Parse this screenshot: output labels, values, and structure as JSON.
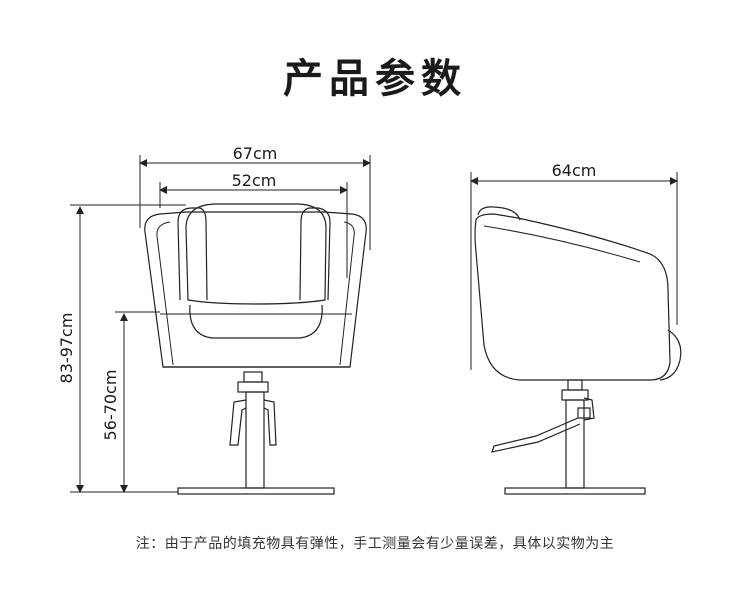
{
  "title": "产品参数",
  "dimensions": {
    "front_width_outer": "67cm",
    "front_width_inner": "52cm",
    "total_height": "83-97cm",
    "seat_height": "56-70cm",
    "side_depth": "64cm"
  },
  "note": "注：由于产品的填充物具有弹性，手工测量会有少量误差，具体以实物为主"
}
